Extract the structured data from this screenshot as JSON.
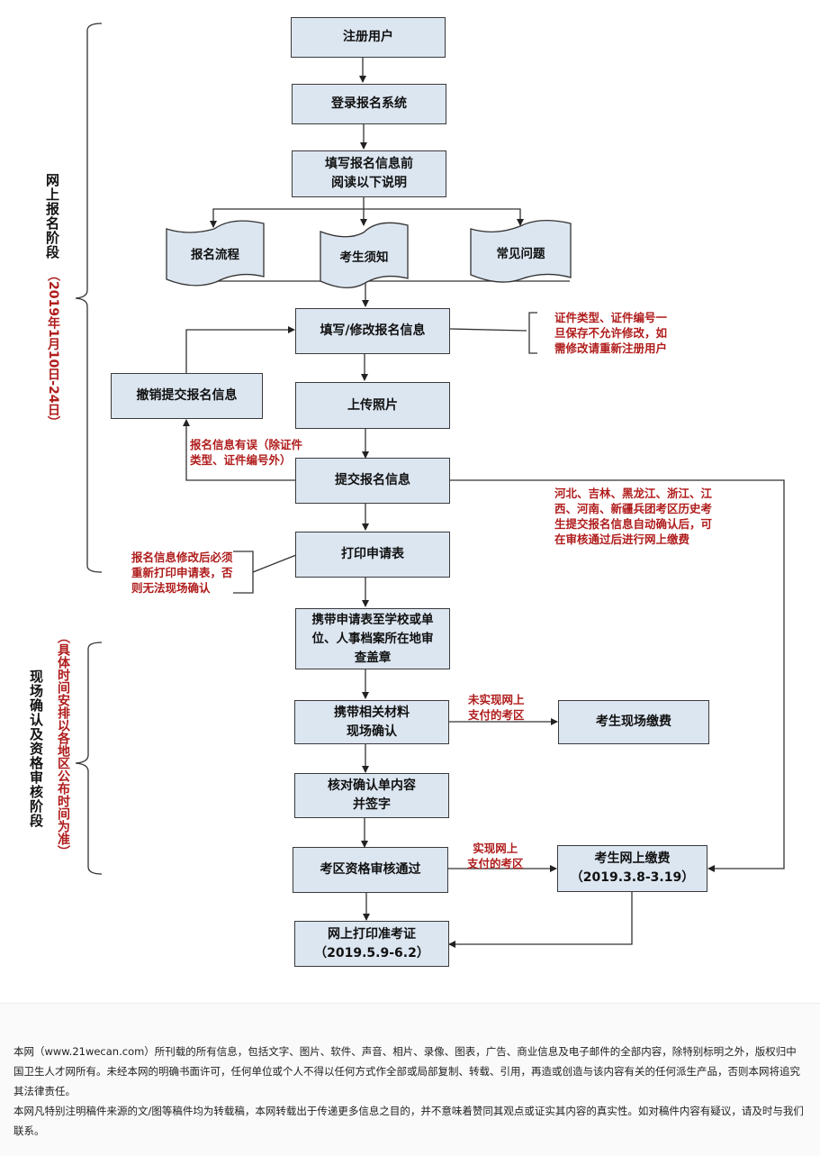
{
  "stages": {
    "online": {
      "label": "网上报名阶段",
      "date": "（2019年1月10日-24日）"
    },
    "onsite": {
      "label": "现场确认及资格审核阶段",
      "note": "（具体时间安排以各地区公布时间为准）"
    }
  },
  "nodes": {
    "register": "注册用户",
    "login": "登录报名系统",
    "read_before": "填写报名信息前\n阅读以下说明",
    "doc_process": "报名流程",
    "doc_notice": "考生须知",
    "doc_faq": "常见问题",
    "fill_info": "填写/修改报名信息",
    "cancel_submit": "撤销提交报名信息",
    "upload_photo": "上传照片",
    "submit_info": "提交报名信息",
    "print_form": "打印申请表",
    "stamp": "携带申请表至学校或单\n位、人事档案所在地审\n查盖章",
    "onsite_confirm": "携带相关材料\n现场确认",
    "onsite_pay": "考生现场缴费",
    "check_sign": "核对确认单内容\n并签字",
    "review_pass": "考区资格审核通过",
    "online_pay": "考生网上缴费\n（2019.3.8-3.19）",
    "print_admission": "网上打印准考证\n（2019.5.9-6.2）"
  },
  "annotations": {
    "id_note": "证件类型、证件编号一\n旦保存不允许修改，如\n需修改请重新注册用户",
    "error_note": "报名信息有误（除证件\n类型、证件编号外）",
    "region_note": "河北、吉林、黑龙江、浙江、江\n西、河南、新疆兵团考区历史考\n生提交报名信息自动确认后，可\n在审核通过后进行网上缴费",
    "reprint_note": "报名信息修改后必须\n重新打印申请表，否\n则无法现场确认",
    "no_online_pay": "未实现网上\n支付的考区",
    "has_online_pay": "实现网上\n支付的考区"
  },
  "colors": {
    "box_fill": "#dce6f1",
    "note_red": "#b01c1c"
  },
  "footer": {
    "para1": "本网（www.21wecan.com）所刊载的所有信息，包括文字、图片、软件、声音、相片、录像、图表，广告、商业信息及电子邮件的全部内容，除特别标明之外，版权归中国卫生人才网所有。未经本网的明确书面许可，任何单位或个人不得以任何方式作全部或局部复制、转载、引用，再造或创造与该内容有关的任何派生产品，否则本网将追究其法律责任。",
    "para2": "本网凡特别注明稿件来源的文/图等稿件均为转载稿，本网转载出于传递更多信息之目的，并不意味着赞同其观点或证实其内容的真实性。如对稿件内容有疑议，请及时与我们联系。"
  }
}
